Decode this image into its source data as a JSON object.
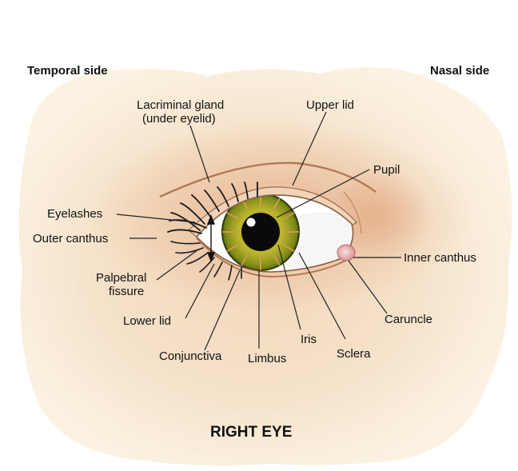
{
  "header": {
    "temporal_side": "Temporal side",
    "nasal_side": "Nasal side"
  },
  "labels": {
    "lacrimal_line1": "Lacriminal gland",
    "lacrimal_line2": "(under eyelid)",
    "upper_lid": "Upper lid",
    "pupil": "Pupil",
    "eyelashes": "Eyelashes",
    "outer_canthus": "Outer canthus",
    "inner_canthus": "Inner canthus",
    "palpebral_line1": "Palpebral",
    "palpebral_line2": "fissure",
    "lower_lid": "Lower lid",
    "caruncle": "Caruncle",
    "conjunctiva": "Conjunctiva",
    "limbus": "Limbus",
    "iris": "Iris",
    "sclera": "Sclera"
  },
  "footer": {
    "title": "RIGHT EYE"
  },
  "colors": {
    "skin_background": "#f8ebd5",
    "skin_shadow": "#e6b48a",
    "iris_outer": "#8f9a1c",
    "iris_inner": "#c9c13a",
    "pupil": "#0a0a0a",
    "sclera": "#ffffff",
    "caruncle": "#e8a0a0"
  }
}
